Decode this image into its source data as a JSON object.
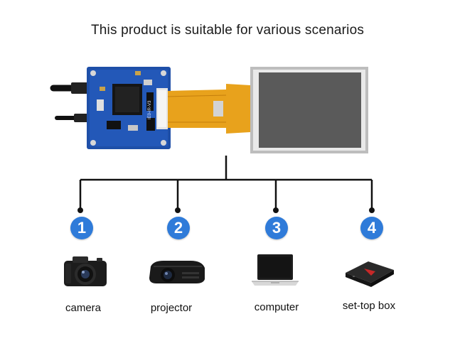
{
  "title": "This product is suitable for various scenarios",
  "board": {
    "chip_label": "IE0-IR-V3"
  },
  "scenarios": [
    {
      "number": "1",
      "label": "camera",
      "icon": "camera-icon"
    },
    {
      "number": "2",
      "label": "projector",
      "icon": "projector-icon"
    },
    {
      "number": "3",
      "label": "computer",
      "icon": "laptop-icon"
    },
    {
      "number": "4",
      "label": "set-top box",
      "icon": "set-top-box-icon"
    }
  ],
  "colors": {
    "badge": "#2f7bd9",
    "pcb": "#1e4fa8",
    "flex_cable": "#e8a21c",
    "lcd": "#5a5a5a"
  }
}
